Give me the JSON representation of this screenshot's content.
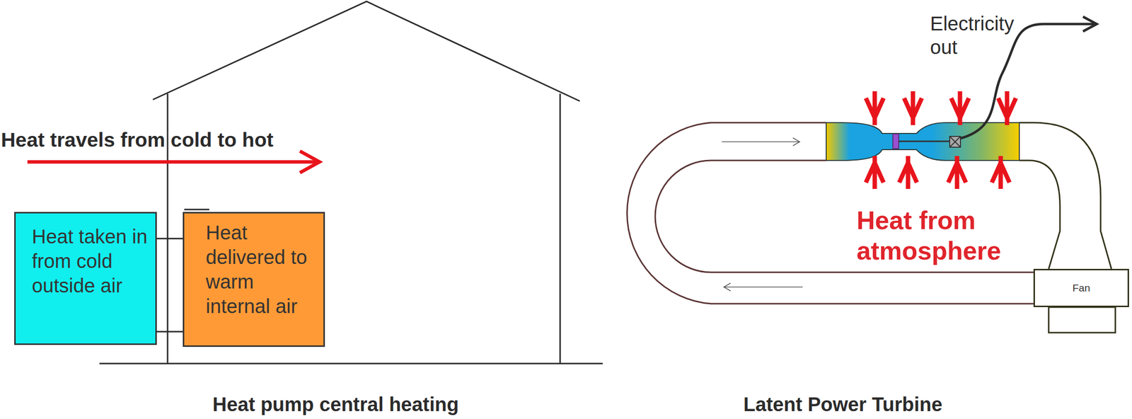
{
  "diagram": {
    "nodes": [
      {
        "text": [
          "Heat taken in from cold outside air"
        ]
      },
      {
        "text": [
          "Heat delivered to warm internal air"
        ]
      },
      {
        "text": [
          "Fan"
        ]
      }
    ],
    "edges": [
      {
        "from": 0,
        "to": 1,
        "arrow": "none"
      },
      {
        "from": 0,
        "to": 1,
        "arrow": "none"
      }
    ],
    "labels": [
      "Heat travels from cold to hot",
      "Electricity out",
      "Heat from atmosphere",
      "Heat pump central heating",
      "Latent Power Turbine"
    ]
  }
}
